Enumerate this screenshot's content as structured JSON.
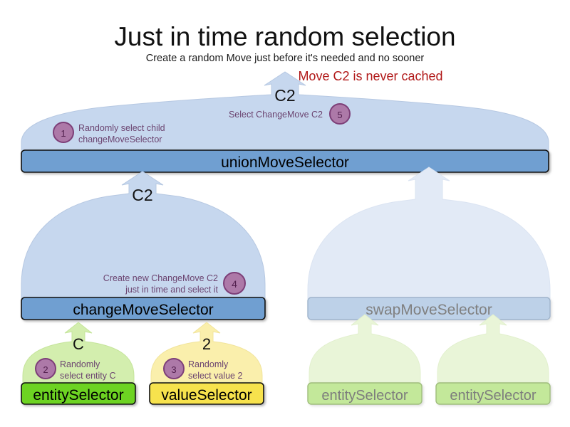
{
  "header": {
    "title": "Just in time random selection",
    "subtitle": "Create a random Move just before it's needed and no sooner",
    "warning": "Move C2 is never cached"
  },
  "colors": {
    "balloon_blue_fill": "#c6d7ee",
    "balloon_blue_stroke": "#b0c4e0",
    "balloon_blue_faded_fill": "#e2eaf6",
    "bar_blue_fill": "#6f9fd1",
    "bar_blue_stroke": "#111111",
    "bar_blue_faded_fill": "#bdd1e8",
    "bar_blue_faded_stroke": "#9fb4cc",
    "balloon_green_fill": "#d3eeae",
    "balloon_green_faded_fill": "#e9f5d8",
    "balloon_yellow_fill": "#faefac",
    "bar_green_fill": "#6dd320",
    "bar_green_faded_fill": "#c3e89a",
    "bar_yellow_fill": "#f7e24e",
    "badge_fill": "#ad79a8",
    "badge_stroke": "#7d3f78",
    "badge_text": "#53204f",
    "annotation_text": "#6b4470",
    "faded_text": "#9b9b9b",
    "warning_red": "#b11818"
  },
  "nodes": {
    "union_move_selector": {
      "label": "unionMoveSelector"
    },
    "change_move_selector": {
      "label": "changeMoveSelector"
    },
    "swap_move_selector": {
      "label": "swapMoveSelector"
    },
    "entity_selector_change": {
      "label": "entitySelector"
    },
    "value_selector_change": {
      "label": "valueSelector"
    },
    "entity_selector_swap_left": {
      "label": "entitySelector"
    },
    "entity_selector_swap_right": {
      "label": "entitySelector"
    }
  },
  "balloons": {
    "union": {
      "value": "C2"
    },
    "change": {
      "value": "C2"
    },
    "entity": {
      "value": "C"
    },
    "value": {
      "value": "2"
    }
  },
  "steps": [
    {
      "number": "1",
      "lines": [
        "Randomly select child",
        "changeMoveSelector"
      ],
      "align": "left"
    },
    {
      "number": "5",
      "lines": [
        "Select ChangeMove C2"
      ],
      "align": "right"
    },
    {
      "number": "4",
      "lines": [
        "Create new ChangeMove C2",
        "just in time and select it"
      ],
      "align": "right"
    },
    {
      "number": "2",
      "lines": [
        "Randomly",
        "select entity C"
      ],
      "align": "left"
    },
    {
      "number": "3",
      "lines": [
        "Randomly",
        "select value 2"
      ],
      "align": "left"
    }
  ]
}
